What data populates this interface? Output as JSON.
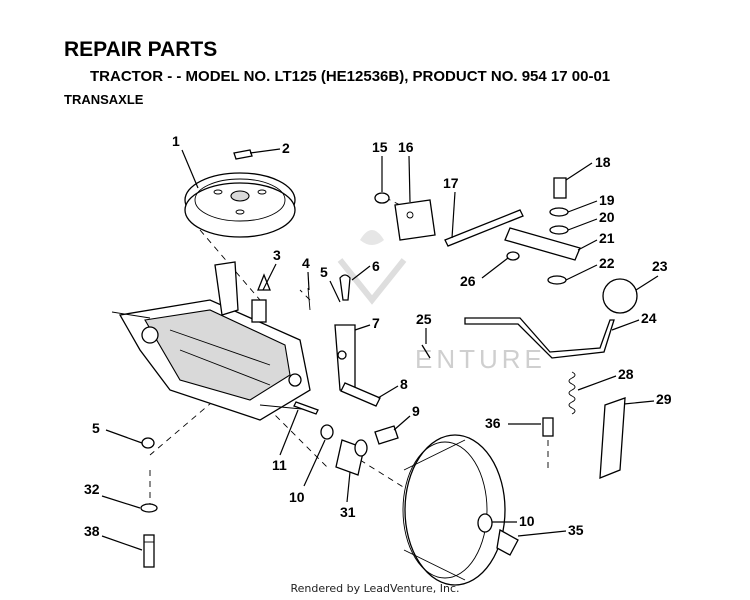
{
  "header": {
    "title": "REPAIR PARTS",
    "subtitle": "TRACTOR - - MODEL NO. LT125 (HE12536B),   PRODUCT NO. 954 17 00-01",
    "section": "TRANSAXLE"
  },
  "watermark": {
    "text": "ENTURE"
  },
  "footer": {
    "text": "Rendered by LeadVenture, Inc."
  },
  "callouts": [
    {
      "id": "c1",
      "label": "1"
    },
    {
      "id": "c2",
      "label": "2"
    },
    {
      "id": "c3",
      "label": "3"
    },
    {
      "id": "c4",
      "label": "4"
    },
    {
      "id": "c5a",
      "label": "5"
    },
    {
      "id": "c5b",
      "label": "5"
    },
    {
      "id": "c6",
      "label": "6"
    },
    {
      "id": "c7",
      "label": "7"
    },
    {
      "id": "c8",
      "label": "8"
    },
    {
      "id": "c9",
      "label": "9"
    },
    {
      "id": "c10a",
      "label": "10"
    },
    {
      "id": "c10b",
      "label": "10"
    },
    {
      "id": "c11",
      "label": "11"
    },
    {
      "id": "c15",
      "label": "15"
    },
    {
      "id": "c16",
      "label": "16"
    },
    {
      "id": "c17",
      "label": "17"
    },
    {
      "id": "c18",
      "label": "18"
    },
    {
      "id": "c19",
      "label": "19"
    },
    {
      "id": "c20",
      "label": "20"
    },
    {
      "id": "c21",
      "label": "21"
    },
    {
      "id": "c22",
      "label": "22"
    },
    {
      "id": "c23",
      "label": "23"
    },
    {
      "id": "c24",
      "label": "24"
    },
    {
      "id": "c25",
      "label": "25"
    },
    {
      "id": "c26",
      "label": "26"
    },
    {
      "id": "c28",
      "label": "28"
    },
    {
      "id": "c29",
      "label": "29"
    },
    {
      "id": "c31",
      "label": "31"
    },
    {
      "id": "c32",
      "label": "32"
    },
    {
      "id": "c35",
      "label": "35"
    },
    {
      "id": "c36",
      "label": "36"
    },
    {
      "id": "c38",
      "label": "38"
    }
  ]
}
